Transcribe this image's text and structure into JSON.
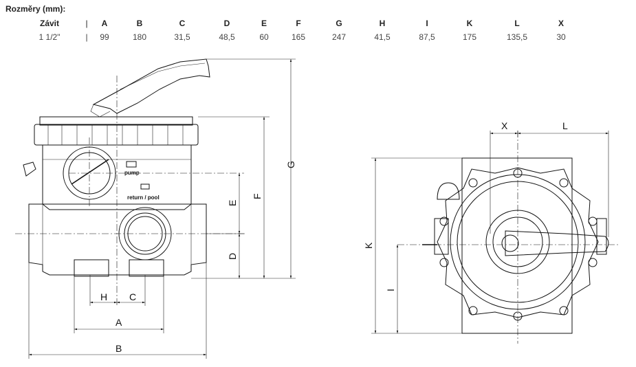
{
  "title": "Rozměry (mm):",
  "table": {
    "headers": [
      "Závit",
      "|",
      "A",
      "B",
      "C",
      "D",
      "E",
      "F",
      "G",
      "H",
      "I",
      "K",
      "L",
      "X"
    ],
    "values": [
      "1 1/2\"",
      "|",
      "99",
      "180",
      "31,5",
      "48,5",
      "60",
      "165",
      "247",
      "41,5",
      "87,5",
      "175",
      "135,5",
      "30"
    ]
  },
  "drawing": {
    "dimension_labels": {
      "a": "A",
      "b": "B",
      "c": "C",
      "d": "D",
      "e": "E",
      "f": "F",
      "g": "G",
      "h": "H",
      "i": "I",
      "k": "K",
      "l": "L",
      "x": "X"
    },
    "port_labels": {
      "pump": "pump",
      "return_pool": "return / pool"
    }
  }
}
